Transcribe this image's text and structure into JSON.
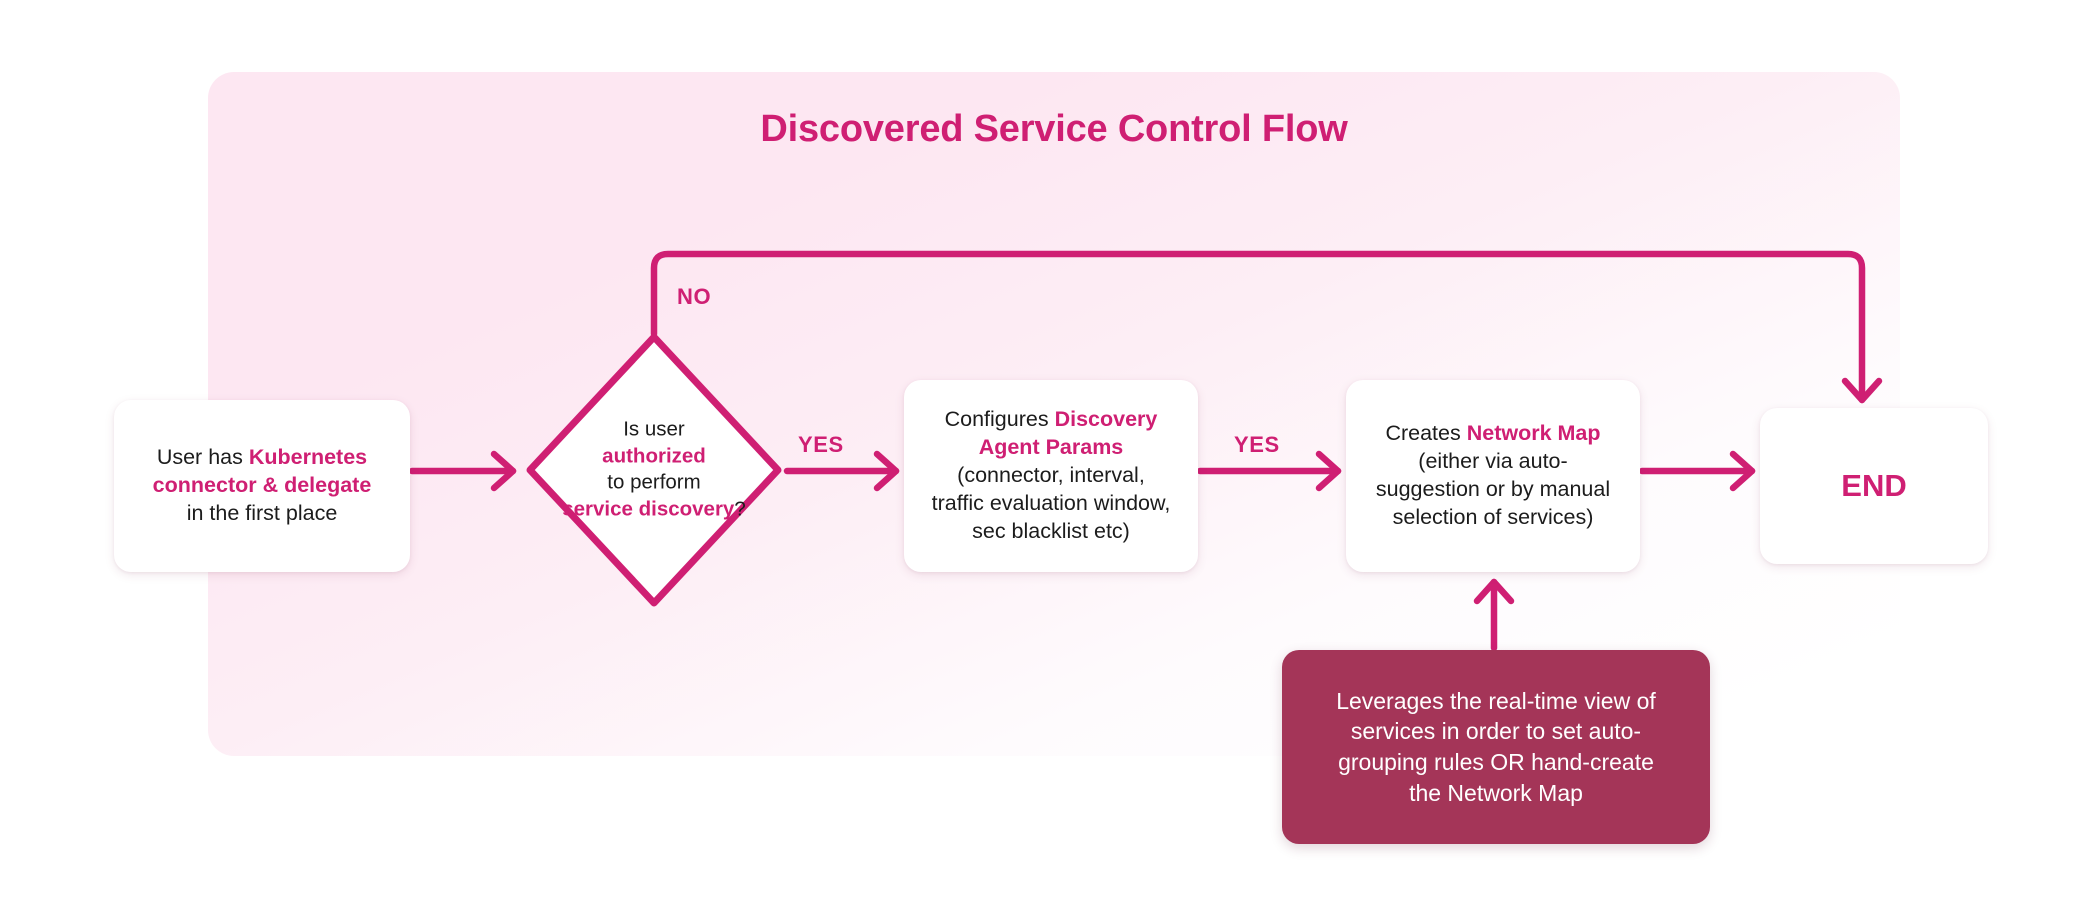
{
  "diagram": {
    "title": "Discovered Service Control Flow",
    "accent_color": "#cf1f73",
    "panel_color": "#fde7f2",
    "note_color": "#a43558",
    "text_color": "#1c1c1c"
  },
  "nodes": {
    "start": {
      "name": "start-box",
      "shape": "rounded-rect",
      "lines": [
        {
          "plain_before": "User has ",
          "highlight": "Kubernetes"
        },
        {
          "highlight": "connector & delegate"
        },
        {
          "plain_before": "in the first place"
        }
      ],
      "text": "User has Kubernetes connector & delegate in the first place"
    },
    "decision": {
      "name": "decision-diamond",
      "shape": "diamond",
      "lines": [
        {
          "plain_before": "Is user"
        },
        {
          "highlight": "authorized"
        },
        {
          "plain_before": "to perform"
        },
        {
          "highlight": "service discovery",
          "plain_after": "?"
        }
      ],
      "text": "Is user authorized to perform service discovery?"
    },
    "params": {
      "name": "configure-discovery-agent-params-box",
      "shape": "rounded-rect",
      "lines": [
        {
          "plain_before": "Configures ",
          "highlight": "Discovery"
        },
        {
          "highlight": "Agent Params"
        },
        {
          "plain_before": "(connector, interval,"
        },
        {
          "plain_before": "traffic evaluation window,"
        },
        {
          "plain_before": "sec blacklist etc)"
        }
      ],
      "text": "Configures Discovery Agent Params (connector, interval, traffic evaluation window, sec blacklist etc)"
    },
    "netmap": {
      "name": "creates-network-map-box",
      "shape": "rounded-rect",
      "lines": [
        {
          "plain_before": "Creates ",
          "highlight": "Network Map"
        },
        {
          "plain_before": "(either via auto-"
        },
        {
          "plain_before": "suggestion or by manual"
        },
        {
          "plain_before": "selection of services)"
        }
      ],
      "text": "Creates Network Map (either via auto-suggestion or by manual selection of services)"
    },
    "end": {
      "name": "end-box",
      "shape": "rounded-rect",
      "label": "END"
    },
    "note": {
      "name": "note-box",
      "shape": "rounded-rect-filled",
      "lines": [
        "Leverages the real-time view of",
        "services in order to set auto-",
        "grouping rules OR hand-create",
        "the Network Map"
      ],
      "text": "Leverages the real-time view of services in order to set auto-grouping rules OR hand-create the Network Map"
    }
  },
  "edges": {
    "start_to_decision": {
      "label": "",
      "from": "start",
      "to": "decision"
    },
    "decision_no": {
      "label": "NO",
      "from": "decision",
      "to": "end"
    },
    "decision_yes": {
      "label": "YES",
      "from": "decision",
      "to": "params"
    },
    "params_yes": {
      "label": "YES",
      "from": "params",
      "to": "netmap"
    },
    "netmap_to_end": {
      "label": "",
      "from": "netmap",
      "to": "end"
    },
    "note_to_netmap": {
      "label": "",
      "from": "note",
      "to": "netmap"
    }
  }
}
